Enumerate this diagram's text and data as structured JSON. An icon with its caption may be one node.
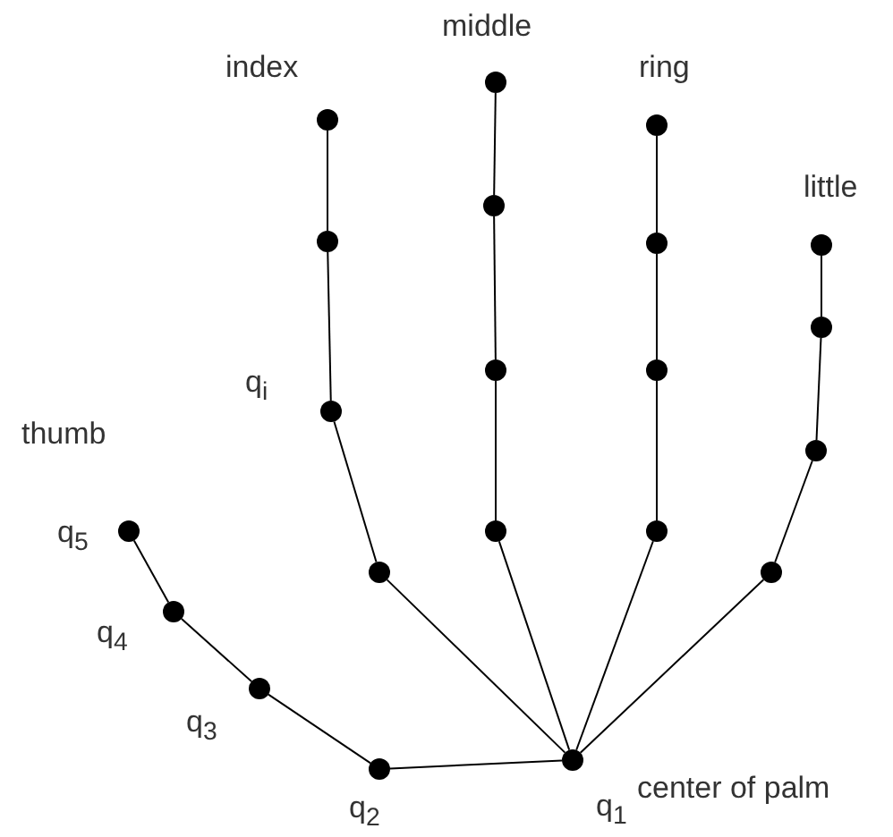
{
  "diagram": {
    "nodes": [
      {
        "text": [],
        "shape": "circle",
        "beside": [
          "q$_{1}$",
          "center of palm"
        ]
      },
      {
        "text": [],
        "shape": "circle",
        "beside": [
          "q$_{2}$"
        ]
      },
      {
        "text": [],
        "shape": "circle",
        "beside": [
          "q$_{3}$"
        ]
      },
      {
        "text": [],
        "shape": "circle",
        "beside": [
          "q$_{4}$"
        ]
      },
      {
        "text": [],
        "shape": "circle",
        "beside": [
          "q$_{5}$"
        ]
      },
      {
        "text": [],
        "shape": "circle"
      },
      {
        "text": [],
        "shape": "circle",
        "beside": [
          "q$_{i}$"
        ]
      },
      {
        "text": [],
        "shape": "circle"
      },
      {
        "text": [],
        "shape": "circle"
      },
      {
        "text": [],
        "shape": "circle"
      },
      {
        "text": [],
        "shape": "circle"
      },
      {
        "text": [],
        "shape": "circle"
      },
      {
        "text": [],
        "shape": "circle"
      },
      {
        "text": [],
        "shape": "circle"
      },
      {
        "text": [],
        "shape": "circle"
      },
      {
        "text": [],
        "shape": "circle"
      },
      {
        "text": [],
        "shape": "circle"
      },
      {
        "text": [],
        "shape": "circle"
      },
      {
        "text": [],
        "shape": "circle"
      },
      {
        "text": [],
        "shape": "circle"
      },
      {
        "text": [],
        "shape": "circle"
      }
    ],
    "edges": [
      {
        "from": 0,
        "to": 1,
        "arrow": "none"
      },
      {
        "from": 1,
        "to": 2,
        "arrow": "none"
      },
      {
        "from": 2,
        "to": 3,
        "arrow": "none"
      },
      {
        "from": 3,
        "to": 4,
        "arrow": "none"
      },
      {
        "from": 0,
        "to": 5,
        "arrow": "none"
      },
      {
        "from": 5,
        "to": 6,
        "arrow": "none"
      },
      {
        "from": 6,
        "to": 7,
        "arrow": "none"
      },
      {
        "from": 7,
        "to": 8,
        "arrow": "none"
      },
      {
        "from": 0,
        "to": 9,
        "arrow": "none"
      },
      {
        "from": 9,
        "to": 10,
        "arrow": "none"
      },
      {
        "from": 10,
        "to": 11,
        "arrow": "none"
      },
      {
        "from": 11,
        "to": 12,
        "arrow": "none"
      },
      {
        "from": 0,
        "to": 13,
        "arrow": "none"
      },
      {
        "from": 13,
        "to": 14,
        "arrow": "none"
      },
      {
        "from": 14,
        "to": 15,
        "arrow": "none"
      },
      {
        "from": 15,
        "to": 16,
        "arrow": "none"
      },
      {
        "from": 0,
        "to": 17,
        "arrow": "none"
      },
      {
        "from": 17,
        "to": 18,
        "arrow": "none"
      },
      {
        "from": 18,
        "to": 19,
        "arrow": "none"
      },
      {
        "from": 19,
        "to": 20,
        "arrow": "none"
      }
    ],
    "labels": [
      "middle",
      "index",
      "ring",
      "little",
      "thumb"
    ]
  }
}
